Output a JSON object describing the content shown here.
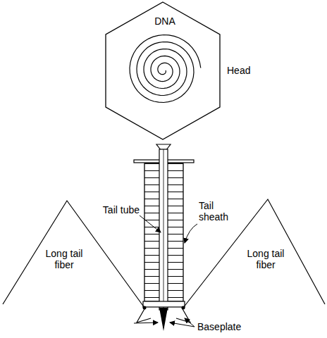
{
  "diagram": {
    "labels": [
      "DNA",
      "Head",
      "Tail tube",
      "Tail sheath",
      "Long tail fiber",
      "Long tail fiber",
      "Baseplate"
    ]
  }
}
